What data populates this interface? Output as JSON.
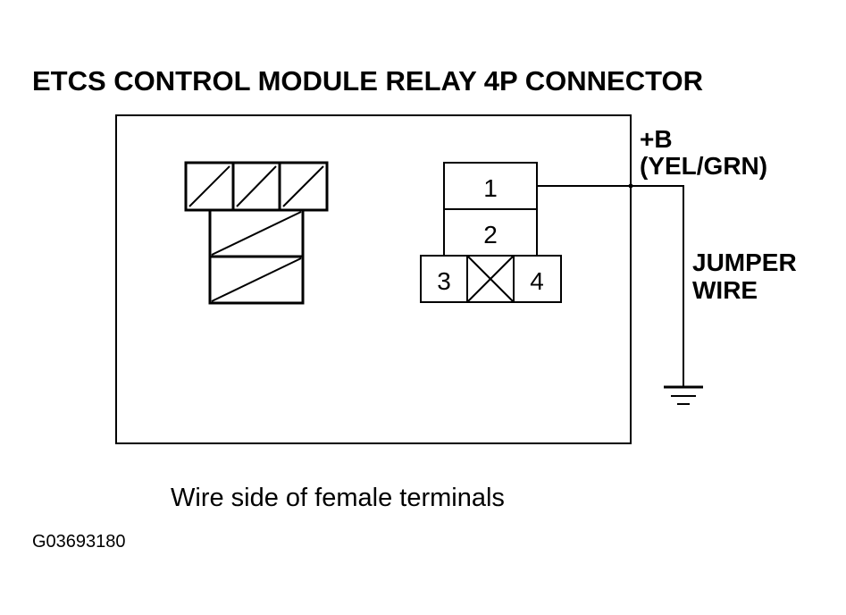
{
  "title": "ETCS CONTROL MODULE RELAY 4P CONNECTOR",
  "power": {
    "label": "+B",
    "wire_color": "(YEL/GRN)"
  },
  "jumper": {
    "line1": "JUMPER",
    "line2": "WIRE"
  },
  "terminals": {
    "t1": "1",
    "t2": "2",
    "t3": "3",
    "t4": "4"
  },
  "caption": "Wire side of female terminals",
  "figure_code": "G03693180"
}
